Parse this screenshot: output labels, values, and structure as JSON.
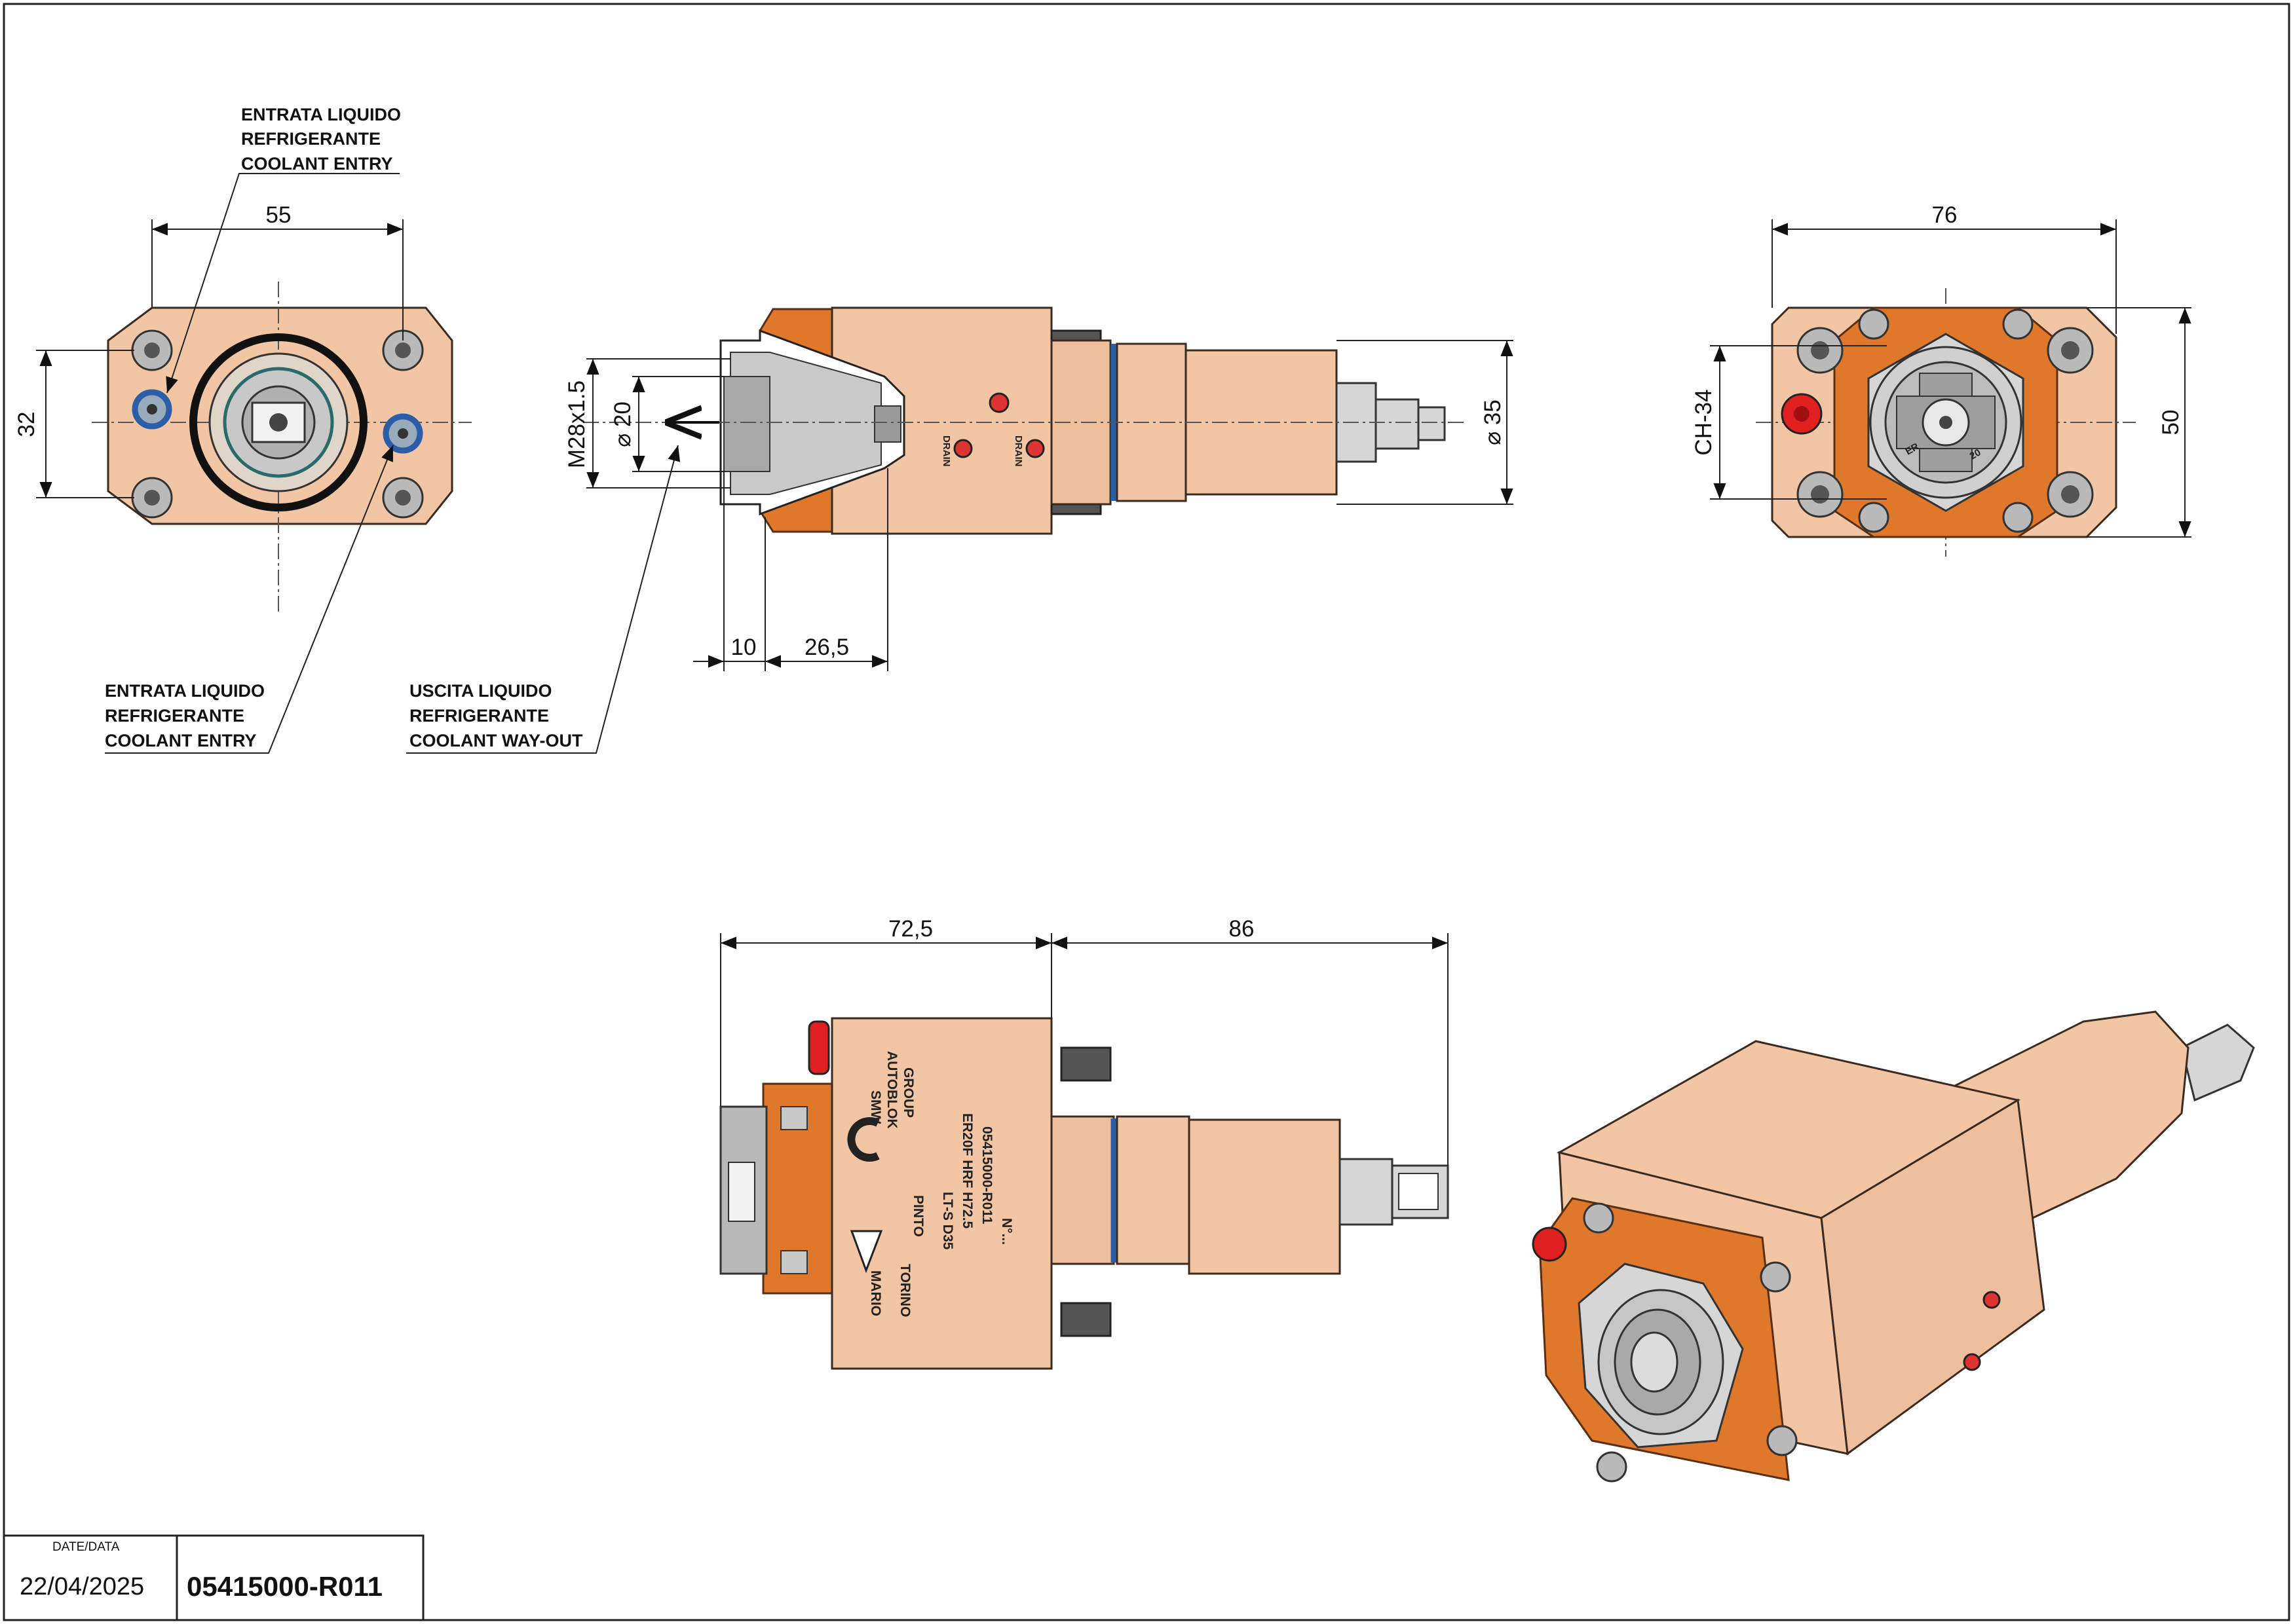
{
  "notes": {
    "coolant_entry_top": [
      "ENTRATA LIQUIDO",
      "REFRIGERANTE",
      "COOLANT ENTRY"
    ],
    "coolant_entry_bottom": [
      "ENTRATA LIQUIDO",
      "REFRIGERANTE",
      "COOLANT ENTRY"
    ],
    "coolant_out": [
      "USCITA LIQUIDO",
      "REFRIGERANTE",
      "COOLANT WAY-OUT"
    ]
  },
  "dimensions": {
    "front_width": "55",
    "front_height": "32",
    "thread": "M28x1.5",
    "bore": "⌀ 20",
    "shank": "⌀ 35",
    "depth_a": "10",
    "depth_b": "26,5",
    "rear_width": "76",
    "rear_height": "50",
    "hex": "CH-34",
    "body_length": "72,5",
    "shank_length": "86"
  },
  "engravings": {
    "drain": "DRAIN",
    "er": "ER",
    "er_size": "20",
    "brand": [
      "SMW",
      "AUTOBLOK",
      "GROUP"
    ],
    "model": [
      "LT-S D35",
      "ER20F HRF H72.5",
      "05415000-R011",
      "N°..."
    ],
    "maker": [
      "MARIO",
      "PINTO",
      "TORINO"
    ]
  },
  "title_block": {
    "date_label": "DATE/DATA",
    "date": "22/04/2025",
    "code": "05415000-R011"
  },
  "colors": {
    "body": "#f2c6a4",
    "flange": "#e0782c",
    "seal": "#2c5ea8",
    "plug": "#e02020",
    "steel": "#b9b9b9"
  }
}
